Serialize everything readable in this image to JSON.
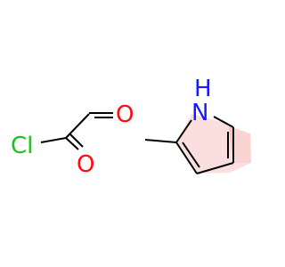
{
  "molecule_left": {
    "atoms": {
      "chlorine": "Cl",
      "oxygen_aldehyde": "O",
      "oxygen_carbonyl": "O"
    }
  },
  "molecule_right": {
    "atoms": {
      "nitrogen_hydrogen": "H",
      "nitrogen": "N"
    }
  },
  "colors": {
    "bond": "#000000",
    "chlorine": "#1fbf1f",
    "oxygen": "#ff0d0d",
    "nitrogen": "#1a1aff",
    "aromatic_ring": "#f08080"
  }
}
